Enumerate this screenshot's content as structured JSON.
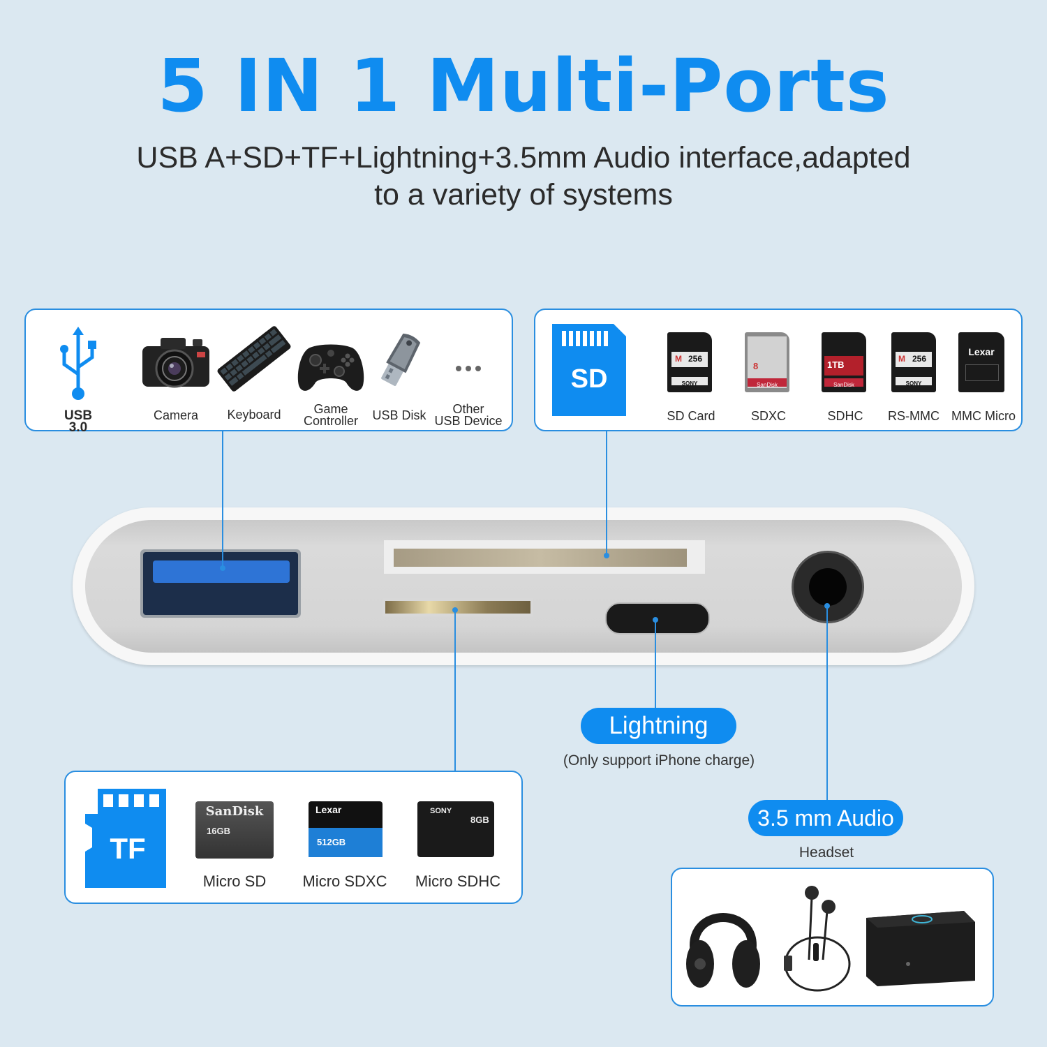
{
  "header": {
    "title": "5 IN 1 Multi-Ports",
    "subtitle_line1": "USB A+SD+TF+Lightning+3.5mm Audio interface,adapted",
    "subtitle_line2": "to a variety of systems"
  },
  "usb_panel": {
    "items": [
      {
        "label": "USB 3.0",
        "icon": "usb-icon"
      },
      {
        "label": "Camera",
        "icon": "camera-icon"
      },
      {
        "label": "Keyboard",
        "icon": "keyboard-icon"
      },
      {
        "label_l1": "Game",
        "label_l2": "Controller",
        "icon": "gamepad-icon"
      },
      {
        "label": "USB Disk",
        "icon": "usb-disk-icon"
      },
      {
        "label_l1": "Other",
        "label_l2": "USB Device",
        "icon": "more-icon"
      }
    ]
  },
  "sd_panel": {
    "badge": "SD",
    "items": [
      {
        "label": "SD Card",
        "card_top": "SONY",
        "card_cap": "256"
      },
      {
        "label": "SDXC",
        "card_top": "SanDisk",
        "card_cap": "8"
      },
      {
        "label": "SDHC",
        "card_top": "SanDisk",
        "card_cap": "1TB"
      },
      {
        "label": "RS-MMC",
        "card_top": "SONY",
        "card_cap": "256"
      },
      {
        "label": "MMC Micro",
        "card_top": "Lexar",
        "card_cap": ""
      }
    ]
  },
  "tf_panel": {
    "badge": "TF",
    "items": [
      {
        "label": "Micro SD",
        "brand": "SanDisk",
        "cap": "16GB"
      },
      {
        "label": "Micro SDXC",
        "brand": "Lexar",
        "cap": "512GB"
      },
      {
        "label": "Micro SDHC",
        "brand": "SONY",
        "cap": "8GB"
      }
    ]
  },
  "lightning": {
    "label": "Lightning",
    "note": "(Only support iPhone charge)"
  },
  "audio": {
    "label": "3.5 mm Audio",
    "note": "Headset"
  },
  "colors": {
    "accent": "#0f8cf0",
    "border": "#2a8ee0",
    "background": "#dbe8f1"
  }
}
